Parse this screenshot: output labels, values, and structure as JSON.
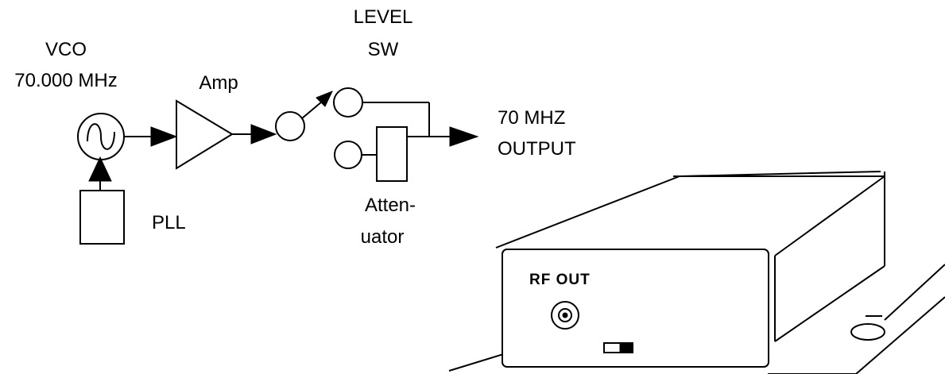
{
  "block_diagram": {
    "vco": {
      "title": "VCO",
      "frequency": "70.000 MHz"
    },
    "amp": {
      "label": "Amp"
    },
    "level_switch": {
      "line1": "LEVEL",
      "line2": "SW"
    },
    "pll": {
      "label": "PLL"
    },
    "attenuator": {
      "line1": "Atten-",
      "line2": "uator"
    },
    "output": {
      "line1": "70 MHZ",
      "line2": "OUTPUT"
    }
  },
  "device": {
    "front_panel_label": "RF OUT"
  }
}
